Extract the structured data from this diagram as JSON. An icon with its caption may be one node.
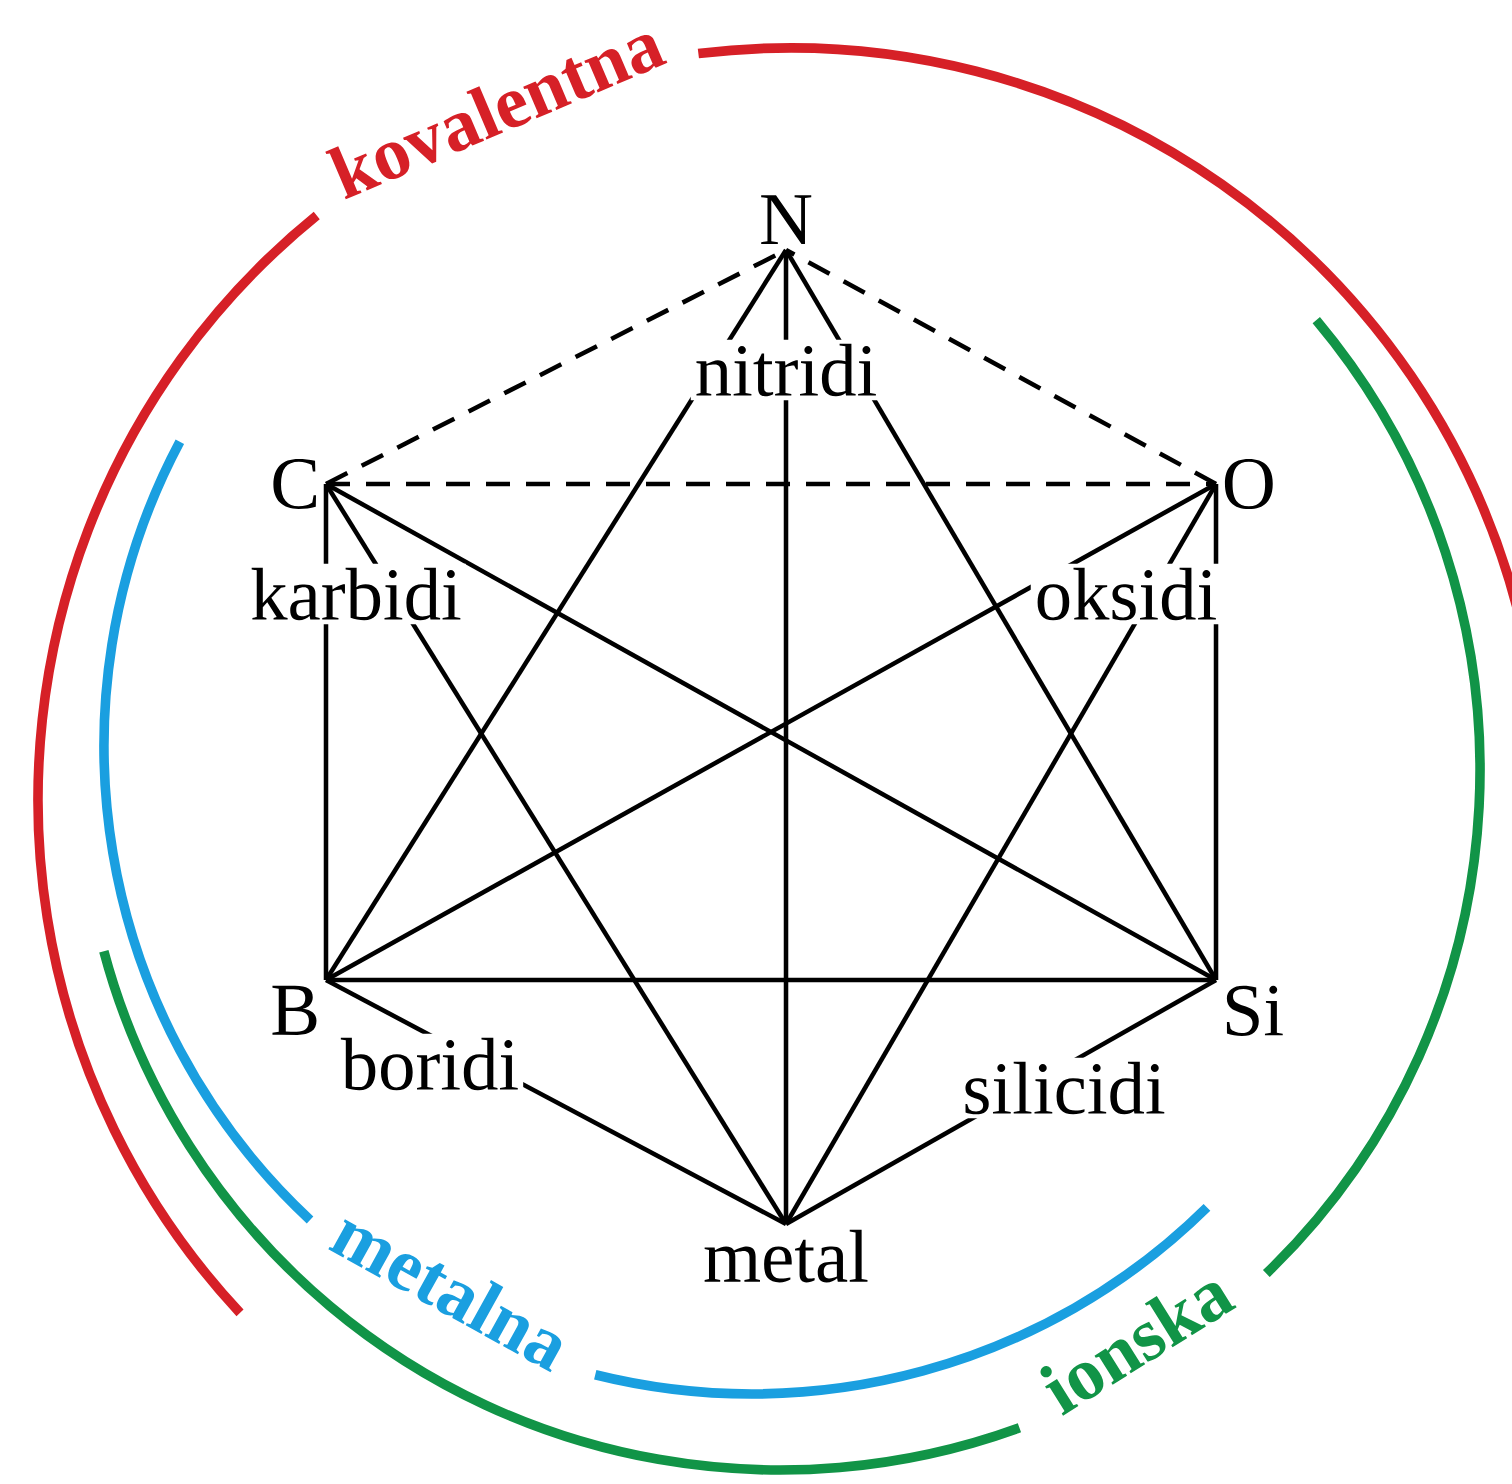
{
  "diagram": {
    "nodes": [
      {
        "text": [
          "N"
        ]
      },
      {
        "text": [
          "C"
        ]
      },
      {
        "text": [
          "O"
        ]
      },
      {
        "text": [
          "B"
        ]
      },
      {
        "text": [
          "Si"
        ]
      },
      {
        "text": [
          "metal"
        ]
      }
    ],
    "edges": [
      {
        "from": 1,
        "to": 0,
        "arrow": "none",
        "style": "dashed"
      },
      {
        "from": 2,
        "to": 0,
        "arrow": "none",
        "style": "dashed"
      },
      {
        "from": 1,
        "to": 2,
        "arrow": "none",
        "style": "dashed"
      },
      {
        "from": 3,
        "to": 0,
        "arrow": "none"
      },
      {
        "from": 5,
        "to": 0,
        "arrow": "none",
        "label": "nitridi"
      },
      {
        "from": 4,
        "to": 0,
        "arrow": "none"
      },
      {
        "from": 3,
        "to": 1,
        "arrow": "none",
        "label": "karbidi"
      },
      {
        "from": 4,
        "to": 1,
        "arrow": "none"
      },
      {
        "from": 5,
        "to": 1,
        "arrow": "none"
      },
      {
        "from": 4,
        "to": 2,
        "arrow": "none",
        "label": "oksidi"
      },
      {
        "from": 3,
        "to": 2,
        "arrow": "none"
      },
      {
        "from": 5,
        "to": 2,
        "arrow": "none"
      },
      {
        "from": 3,
        "to": 4,
        "arrow": "none"
      },
      {
        "from": 3,
        "to": 5,
        "arrow": "none",
        "label": "boridi"
      },
      {
        "from": 4,
        "to": 5,
        "arrow": "none",
        "label": "silicidi"
      }
    ],
    "labels": [
      "kovalentna",
      "metalna",
      "ionska"
    ]
  }
}
